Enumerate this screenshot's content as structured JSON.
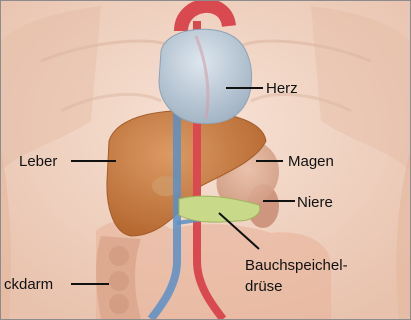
{
  "diagram": {
    "labels": {
      "heart": "Herz",
      "liver": "Leber",
      "stomach": "Magen",
      "kidney": "Niere",
      "pancreas_line1": "Bauchspeichel-",
      "pancreas_line2": "drüse",
      "colon": "ckdarm"
    }
  },
  "colors": {
    "skin": "#f1d3c1",
    "liver": "#c87a45",
    "heart": "#b9c7d3",
    "aorta": "#d94a50",
    "vein": "#5b8fc6",
    "pancreas": "#c8d98a",
    "label_line": "#111111"
  }
}
